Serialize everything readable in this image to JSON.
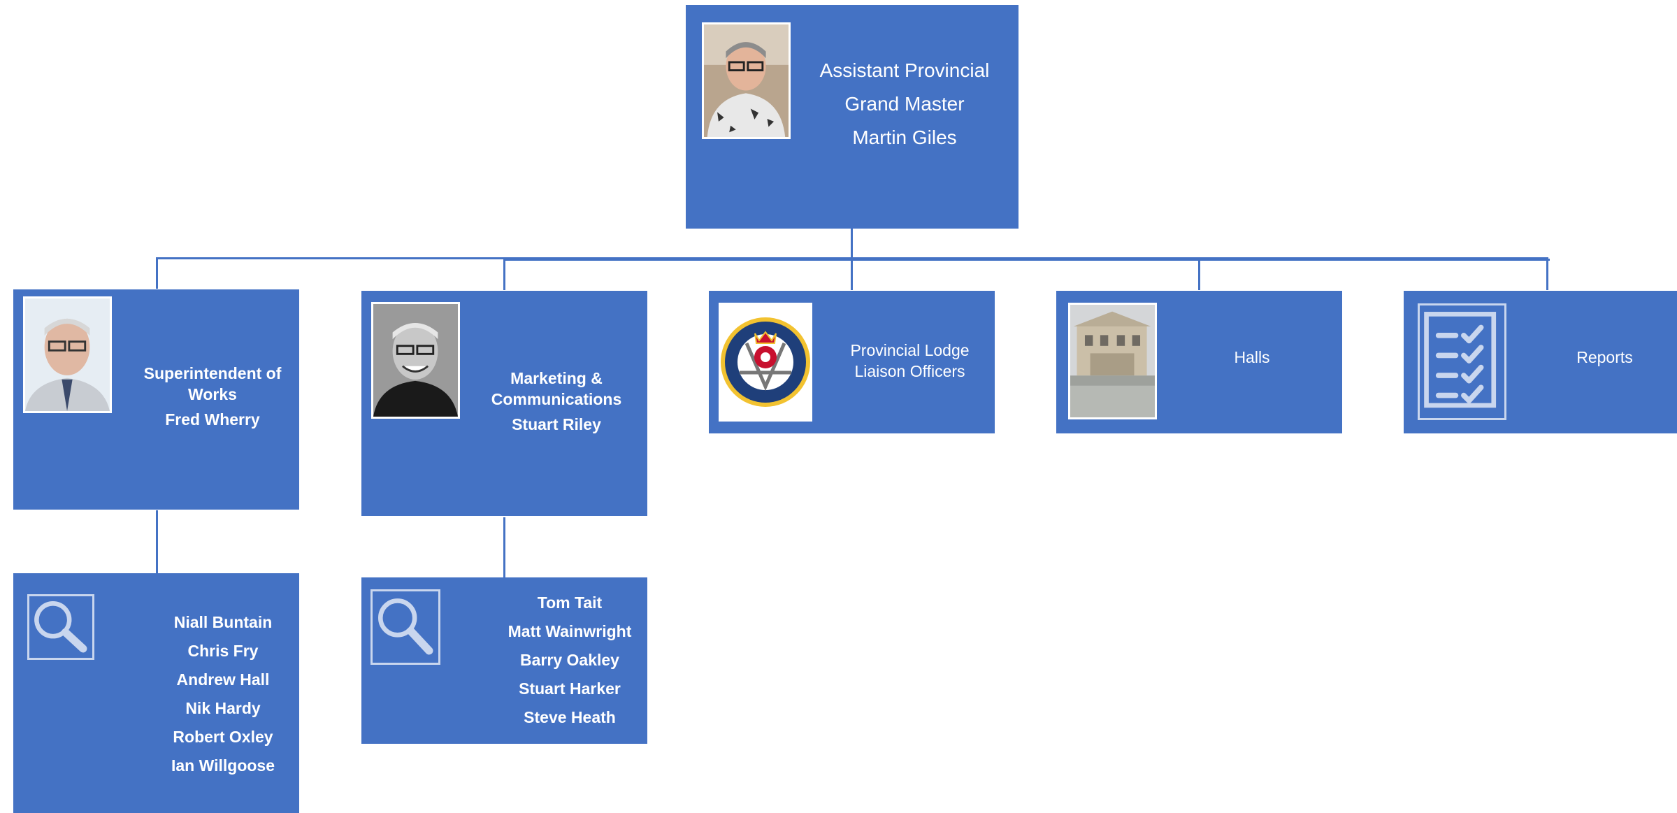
{
  "top": {
    "title_line1": "Assistant Provincial",
    "title_line2": "Grand Master",
    "name": "Martin Giles",
    "photo": "portrait-photo"
  },
  "children": [
    {
      "title_line1": "Superintendent of",
      "title_line2": "Works",
      "name": "Fred Wherry",
      "photo": "portrait-photo"
    },
    {
      "title_line1": "Marketing &",
      "title_line2": "Communications",
      "name": "Stuart Riley",
      "photo": "portrait-photo"
    },
    {
      "title_line1": "Provincial Lodge",
      "title_line2": "Liaison Officers",
      "photo": "grand-lodge-emblem"
    },
    {
      "title": "Halls",
      "photo": "building-photo"
    },
    {
      "title": "Reports",
      "icon": "checklist-icon"
    }
  ],
  "teams": [
    {
      "icon": "magnifier-icon",
      "members": [
        "Niall Buntain",
        "Chris Fry",
        "Andrew Hall",
        "Nik Hardy",
        "Robert Oxley",
        "Ian Willgoose"
      ]
    },
    {
      "icon": "magnifier-icon",
      "members": [
        "Tom Tait",
        "Matt Wainwright",
        "Barry Oakley",
        "Stuart Harker",
        "Steve Heath"
      ]
    }
  ],
  "colors": {
    "box": "#4472c4",
    "text": "#ffffff",
    "icon": "#c9d6ee"
  }
}
